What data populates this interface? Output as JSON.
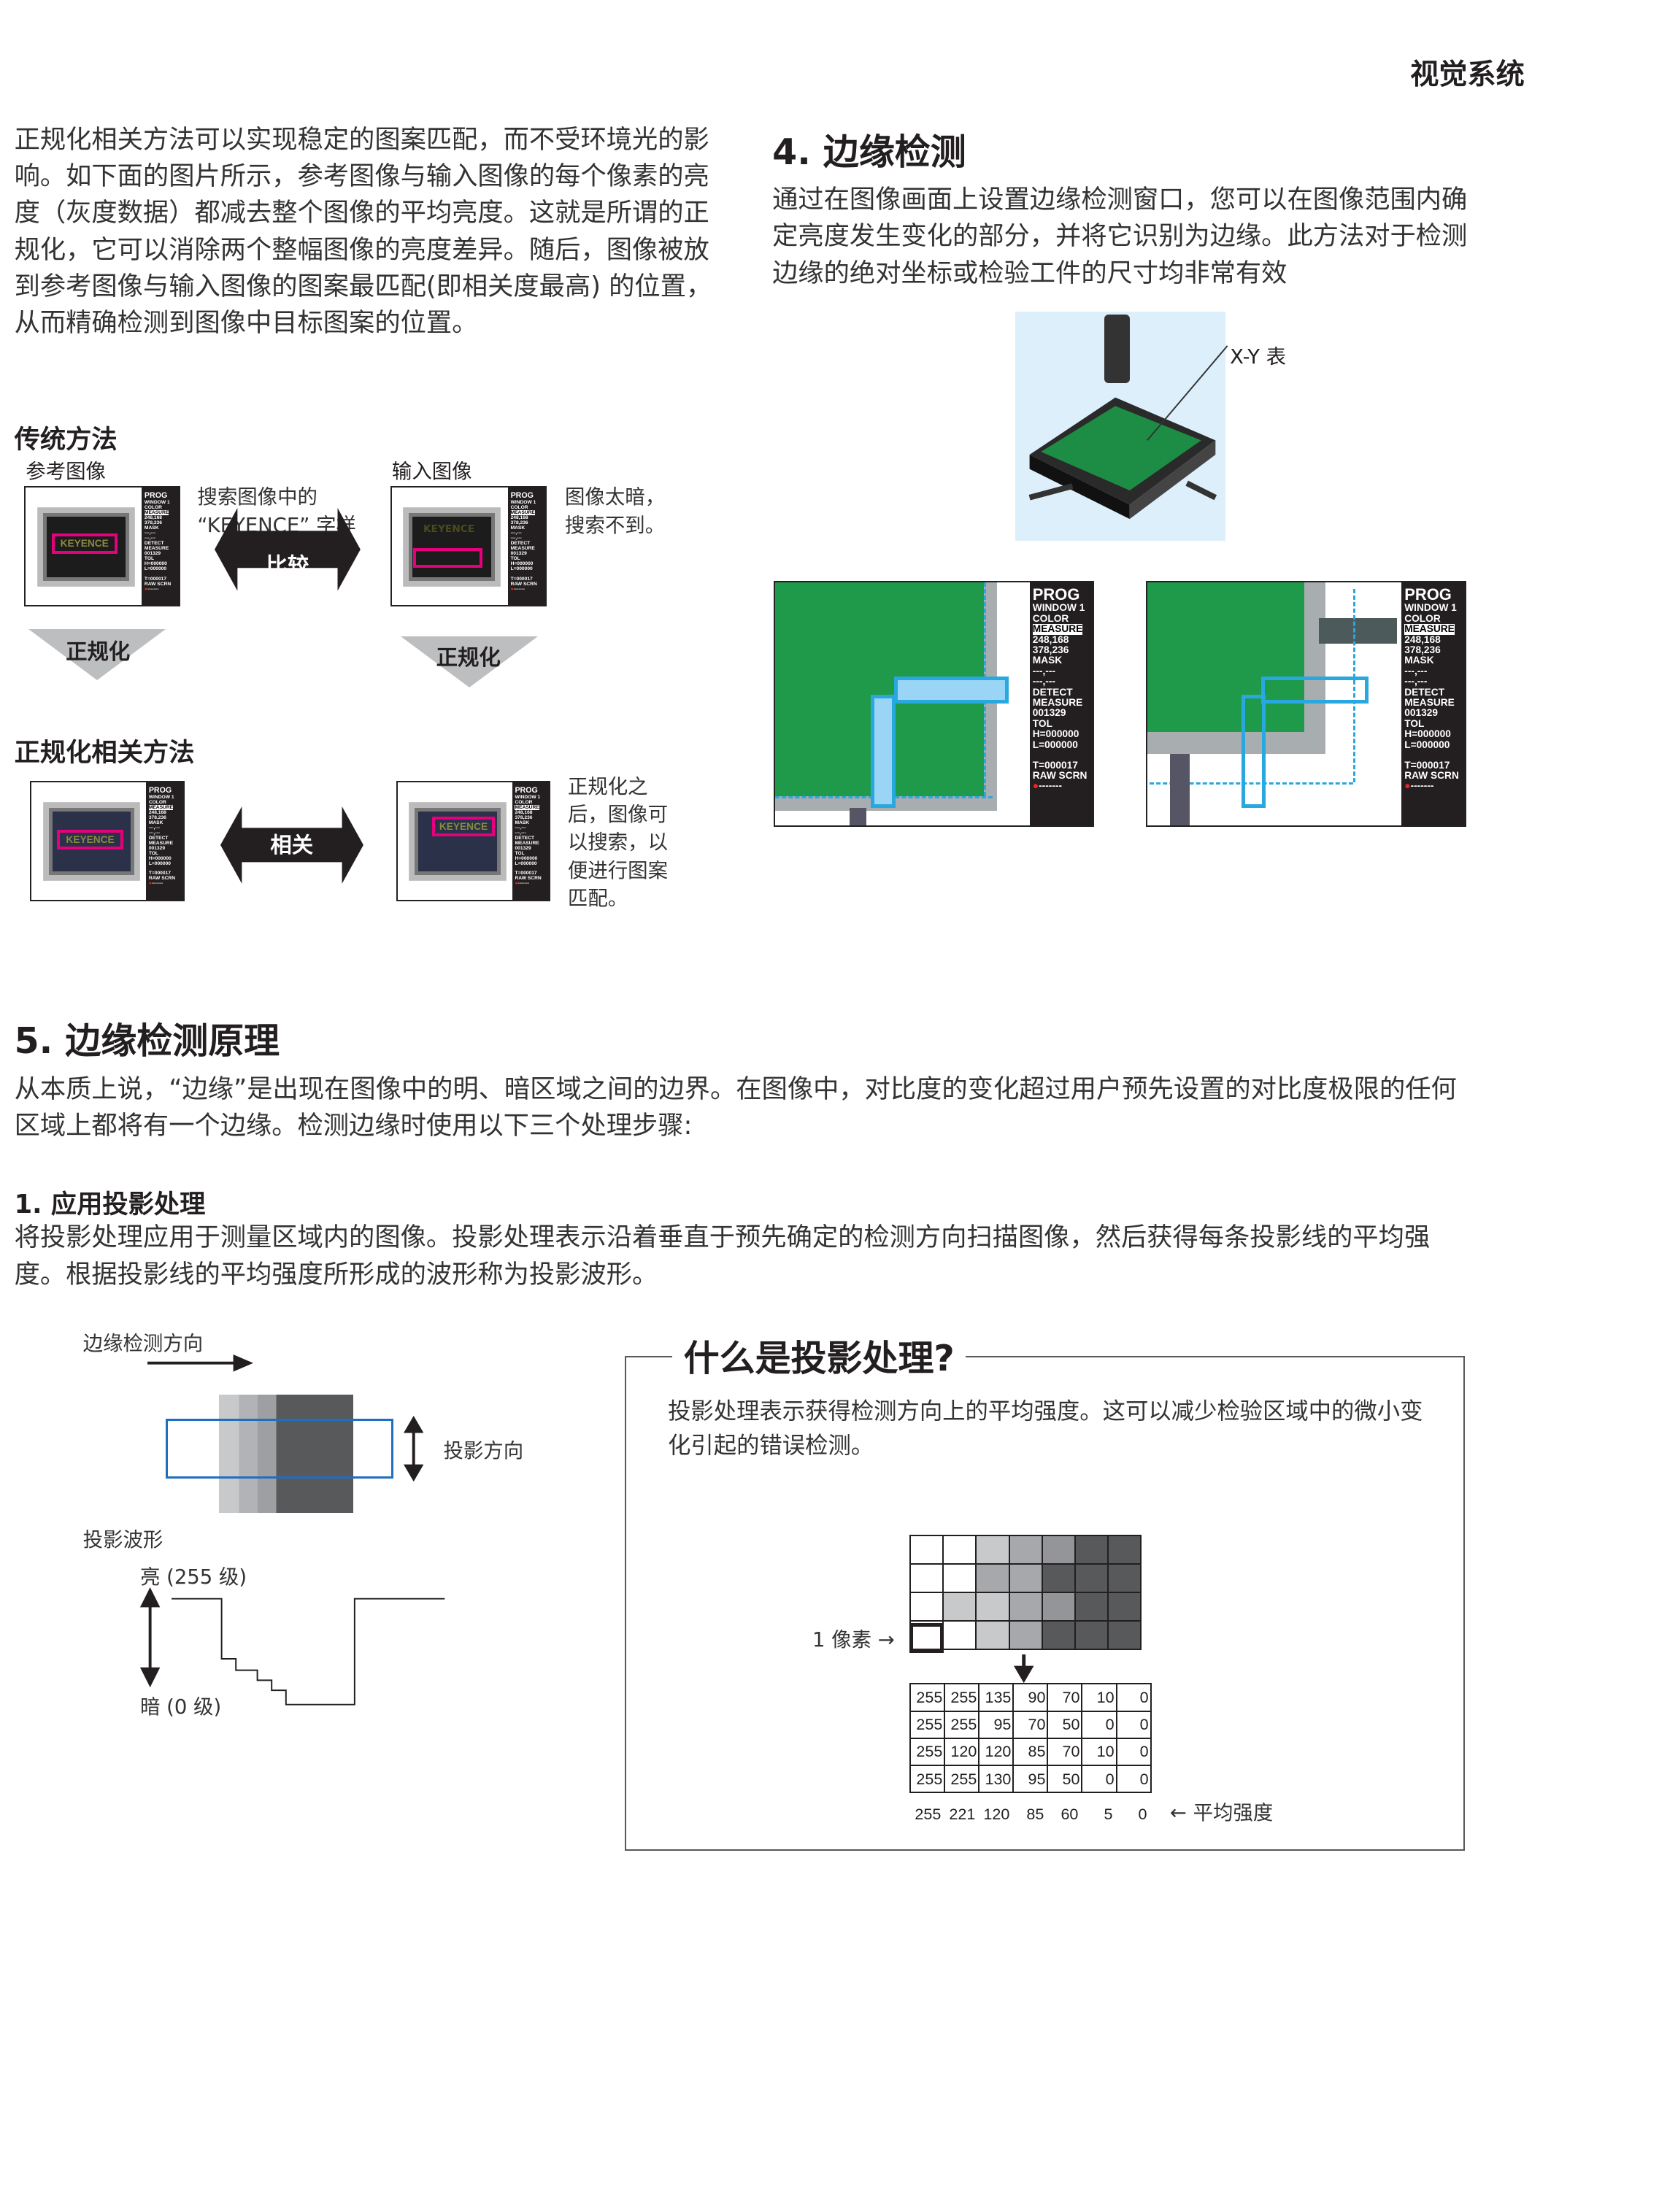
{
  "header": {
    "section": "视觉系统"
  },
  "left": {
    "intro": "正规化相关方法可以实现稳定的图案匹配，而不受环境光的影响。如下面的图片所示，参考图像与输入图像的每个像素的亮度（灰度数据）都减去整个图像的平均亮度。这就是所谓的正规化，它可以消除两个整幅图像的亮度差异。随后，图像被放到参考图像与输入图像的图案最匹配(即相关度最高) 的位置，从而精确检测到图像中目标图案的位置。",
    "traditional": {
      "title": "传统方法",
      "ref_label": "参考图像",
      "input_label": "输入图像",
      "search_note_1": "搜索图像中的",
      "search_note_2": "“KEYENCE” 字样",
      "compare": "比较",
      "dark_note_1": "图像太暗，",
      "dark_note_2": "搜索不到。",
      "normalize": "正规化"
    },
    "ncc": {
      "title": "正规化相关方法",
      "correlate": "相关",
      "note": "正规化之后，图像可以搜索，以便进行图案匹配。"
    },
    "logo": "KEYENCE"
  },
  "screen_menu": {
    "prog": "PROG",
    "window": "WINDOW 1",
    "color": "COLOR",
    "measure": "MEASURE",
    "c1": "248,168",
    "c2": "378,236",
    "mask": "MASK",
    "dash": "---,---",
    "detect": "DETECT",
    "measure2": "MEASURE",
    "val": "001329",
    "tol": "TOL",
    "h": "H=000000",
    "l": "L=000000",
    "t": "T=000017",
    "raw": "RAW SCRN"
  },
  "edge": {
    "title": "4. 边缘检测",
    "desc": "通过在图像画面上设置边缘检测窗口，您可以在图像范围内确定亮度发生变化的部分，并将它识别为边缘。此方法对于检测边缘的绝对坐标或检验工件的尺寸均非常有效",
    "xy_label": "X-Y 表"
  },
  "principle": {
    "title": "5. 边缘检测原理",
    "desc": "从本质上说，“边缘”是出现在图像中的明、暗区域之间的边界。在图像中，对比度的变化超过用户预先设置的对比度极限的任何区域上都将有一个边缘。检测边缘时使用以下三个处理步骤:",
    "step1_title": "1. 应用投影处理",
    "step1_desc": "将投影处理应用于测量区域内的图像。投影处理表示沿着垂直于预先确定的检测方向扫描图像，然后获得每条投影线的平均强度。根据投影线的平均强度所形成的波形称为投影波形。"
  },
  "diagram": {
    "direction": "边缘检测方向",
    "proj_dir": "投影方向",
    "waveform": "投影波形",
    "bright": "亮 (255 级)",
    "dark": "暗 (0 级)"
  },
  "box": {
    "title": "什么是投影处理?",
    "desc": "投影处理表示获得检测方向上的平均强度。这可以减少检验区域中的微小变化引起的错误检测。",
    "pixel_label": "1 像素",
    "avg_label": "平均强度",
    "shades": [
      [
        "#fff",
        "#fff",
        "#c8c9cb",
        "#a6a8ab",
        "#939598",
        "#58595b",
        "#58595b"
      ],
      [
        "#fff",
        "#fff",
        "#a6a8ab",
        "#a6a8ab",
        "#58595b",
        "#58595b",
        "#58595b"
      ],
      [
        "#fff",
        "#c8c9cb",
        "#c8c9cb",
        "#a6a8ab",
        "#939598",
        "#58595b",
        "#58595b"
      ],
      [
        "#fff",
        "#fff",
        "#c8c9cb",
        "#a6a8ab",
        "#58595b",
        "#58595b",
        "#58595b"
      ]
    ],
    "values": [
      [
        "255",
        "255",
        "135",
        "90",
        "70",
        "10",
        "0"
      ],
      [
        "255",
        "255",
        "95",
        "70",
        "50",
        "0",
        "0"
      ],
      [
        "255",
        "120",
        "120",
        "85",
        "70",
        "10",
        "0"
      ],
      [
        "255",
        "255",
        "130",
        "95",
        "50",
        "0",
        "0"
      ]
    ],
    "avg": [
      "255",
      "221",
      "120",
      "85",
      "60",
      "5",
      "0"
    ]
  }
}
